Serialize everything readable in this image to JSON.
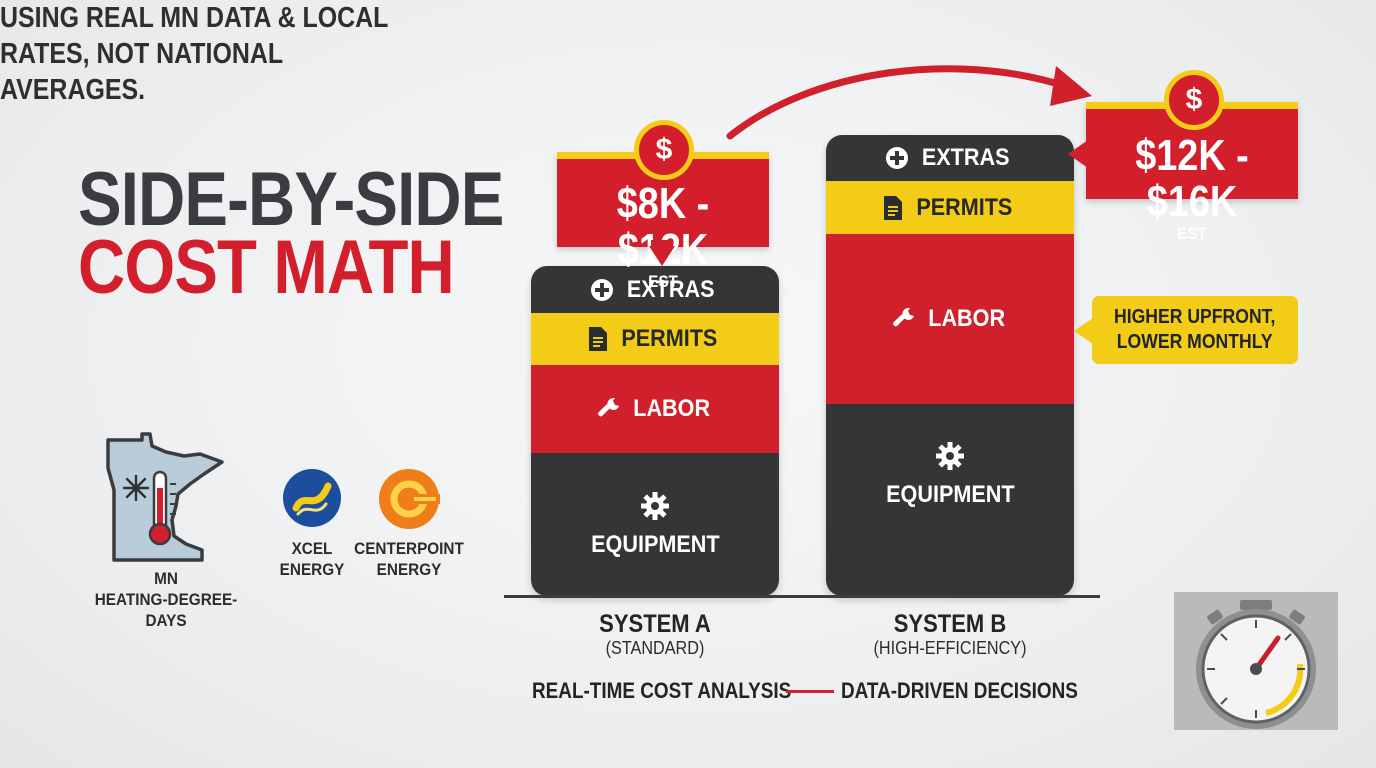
{
  "headline": {
    "line1": "SIDE-BY-SIDE",
    "line2": "COST MATH"
  },
  "subtitle": "USING REAL MN DATA & LOCAL RATES, NOT NATIONAL AVERAGES.",
  "mn_map": {
    "label_line1": "MN",
    "label_line2": "HEATING-DEGREE-DAYS",
    "icon": "minnesota-map-icon"
  },
  "utilities": [
    {
      "line1": "XCEL",
      "line2": "ENERGY",
      "icon": "xcel-energy-logo"
    },
    {
      "line1": "CENTERPOINT",
      "line2": "ENERGY",
      "icon": "centerpoint-energy-logo"
    }
  ],
  "systems": [
    {
      "name": "SYSTEM A",
      "subtitle": "(STANDARD)",
      "price": "$8K - $12K",
      "price_note": "EST",
      "segments": {
        "extras": "EXTRAS",
        "permits": "PERMITS",
        "labor": "LABOR",
        "equipment": "EQUIPMENT"
      }
    },
    {
      "name": "SYSTEM B",
      "subtitle": "(HIGH-EFFICIENCY)",
      "price": "$12K - $16K",
      "price_note": "EST",
      "segments": {
        "extras": "EXTRAS",
        "permits": "PERMITS",
        "labor": "LABOR",
        "equipment": "EQUIPMENT"
      }
    }
  ],
  "coin_symbol": "$",
  "callout": {
    "line1": "HIGHER UPFRONT,",
    "line2": "LOWER MONTHLY"
  },
  "footer": {
    "left": "REAL-TIME COST ANALYSIS",
    "right": "DATA-DRIVEN DECISIONS"
  },
  "colors": {
    "red": "#d21f2b",
    "yellow": "#f2cc17",
    "dark": "#333537",
    "background": "#eef0f1"
  }
}
